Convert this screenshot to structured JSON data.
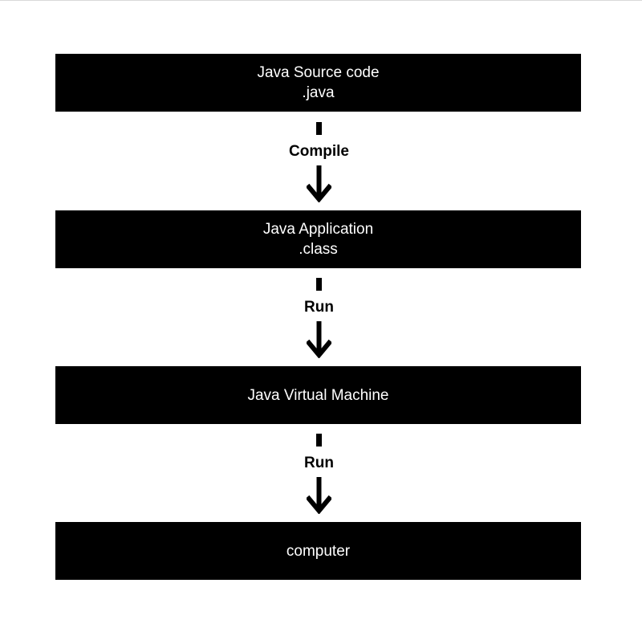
{
  "diagram": {
    "nodes": [
      {
        "id": "source",
        "line1": "Java Source code",
        "line2": ".java"
      },
      {
        "id": "application",
        "line1": "Java Application",
        "line2": ".class"
      },
      {
        "id": "jvm",
        "line1": "Java Virtual Machine",
        "line2": ""
      },
      {
        "id": "computer",
        "line1": "computer",
        "line2": ""
      }
    ],
    "edges": [
      {
        "from": "source",
        "to": "application",
        "label": "Compile"
      },
      {
        "from": "application",
        "to": "jvm",
        "label": "Run"
      },
      {
        "from": "jvm",
        "to": "computer",
        "label": "Run"
      }
    ],
    "colors": {
      "box_fill": "#000000",
      "box_text": "#ffffff",
      "arrow": "#000000",
      "background": "#ffffff"
    }
  }
}
